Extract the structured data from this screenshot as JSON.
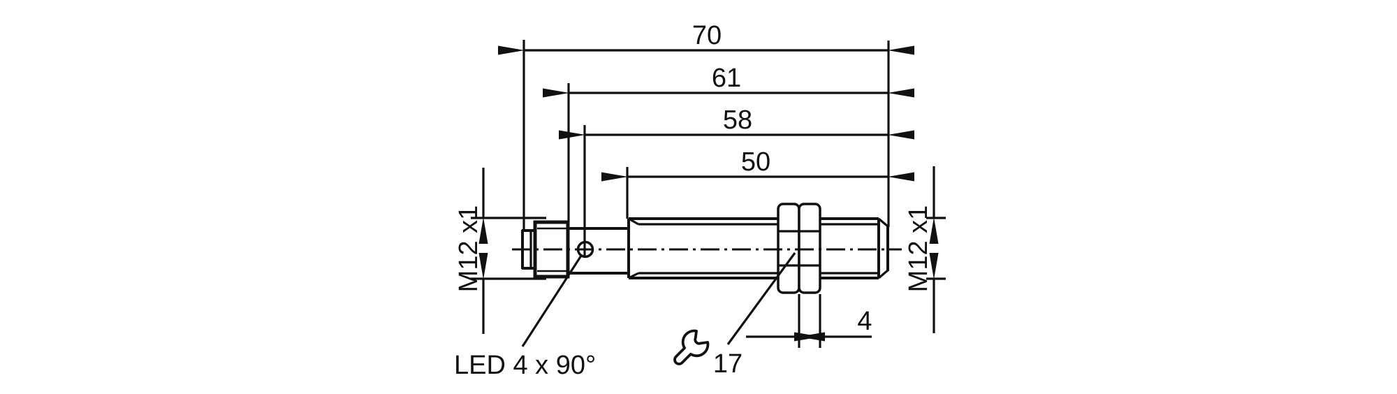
{
  "labels": {
    "dim_70": "70",
    "dim_61": "61",
    "dim_58": "58",
    "dim_50": "50",
    "dim_nut": "4",
    "wrench_size": "17",
    "thread_left": "M12 x1",
    "thread_right": "M12 x1",
    "led": "LED 4 x 90°"
  },
  "icons": {
    "wrench": "wrench-icon"
  },
  "colors": {
    "line": "#111111",
    "background": "#ffffff"
  }
}
